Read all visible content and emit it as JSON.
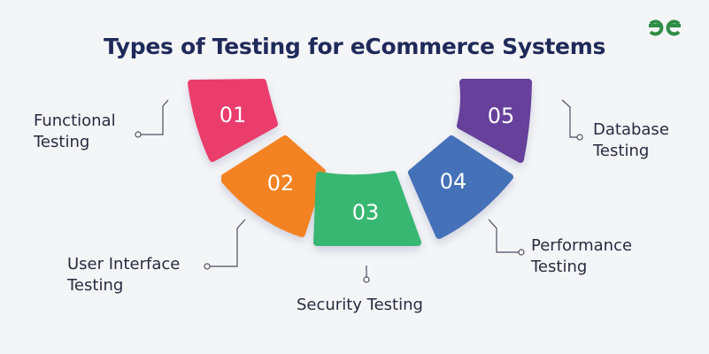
{
  "title": "Types of Testing for eCommerce Systems",
  "logo": {
    "text": "GG",
    "color": "#2f8d46"
  },
  "items": [
    {
      "number": "01",
      "label_line1": "Functional",
      "label_line2": "Testing",
      "color": "#ea3d6c"
    },
    {
      "number": "02",
      "label_line1": "User Interface",
      "label_line2": "Testing",
      "color": "#f38320"
    },
    {
      "number": "03",
      "label_line1": "Security Testing",
      "label_line2": "",
      "color": "#38b772"
    },
    {
      "number": "04",
      "label_line1": "Performance",
      "label_line2": "Testing",
      "color": "#4571b8"
    },
    {
      "number": "05",
      "label_line1": "Database",
      "label_line2": "Testing",
      "color": "#66419a"
    }
  ]
}
